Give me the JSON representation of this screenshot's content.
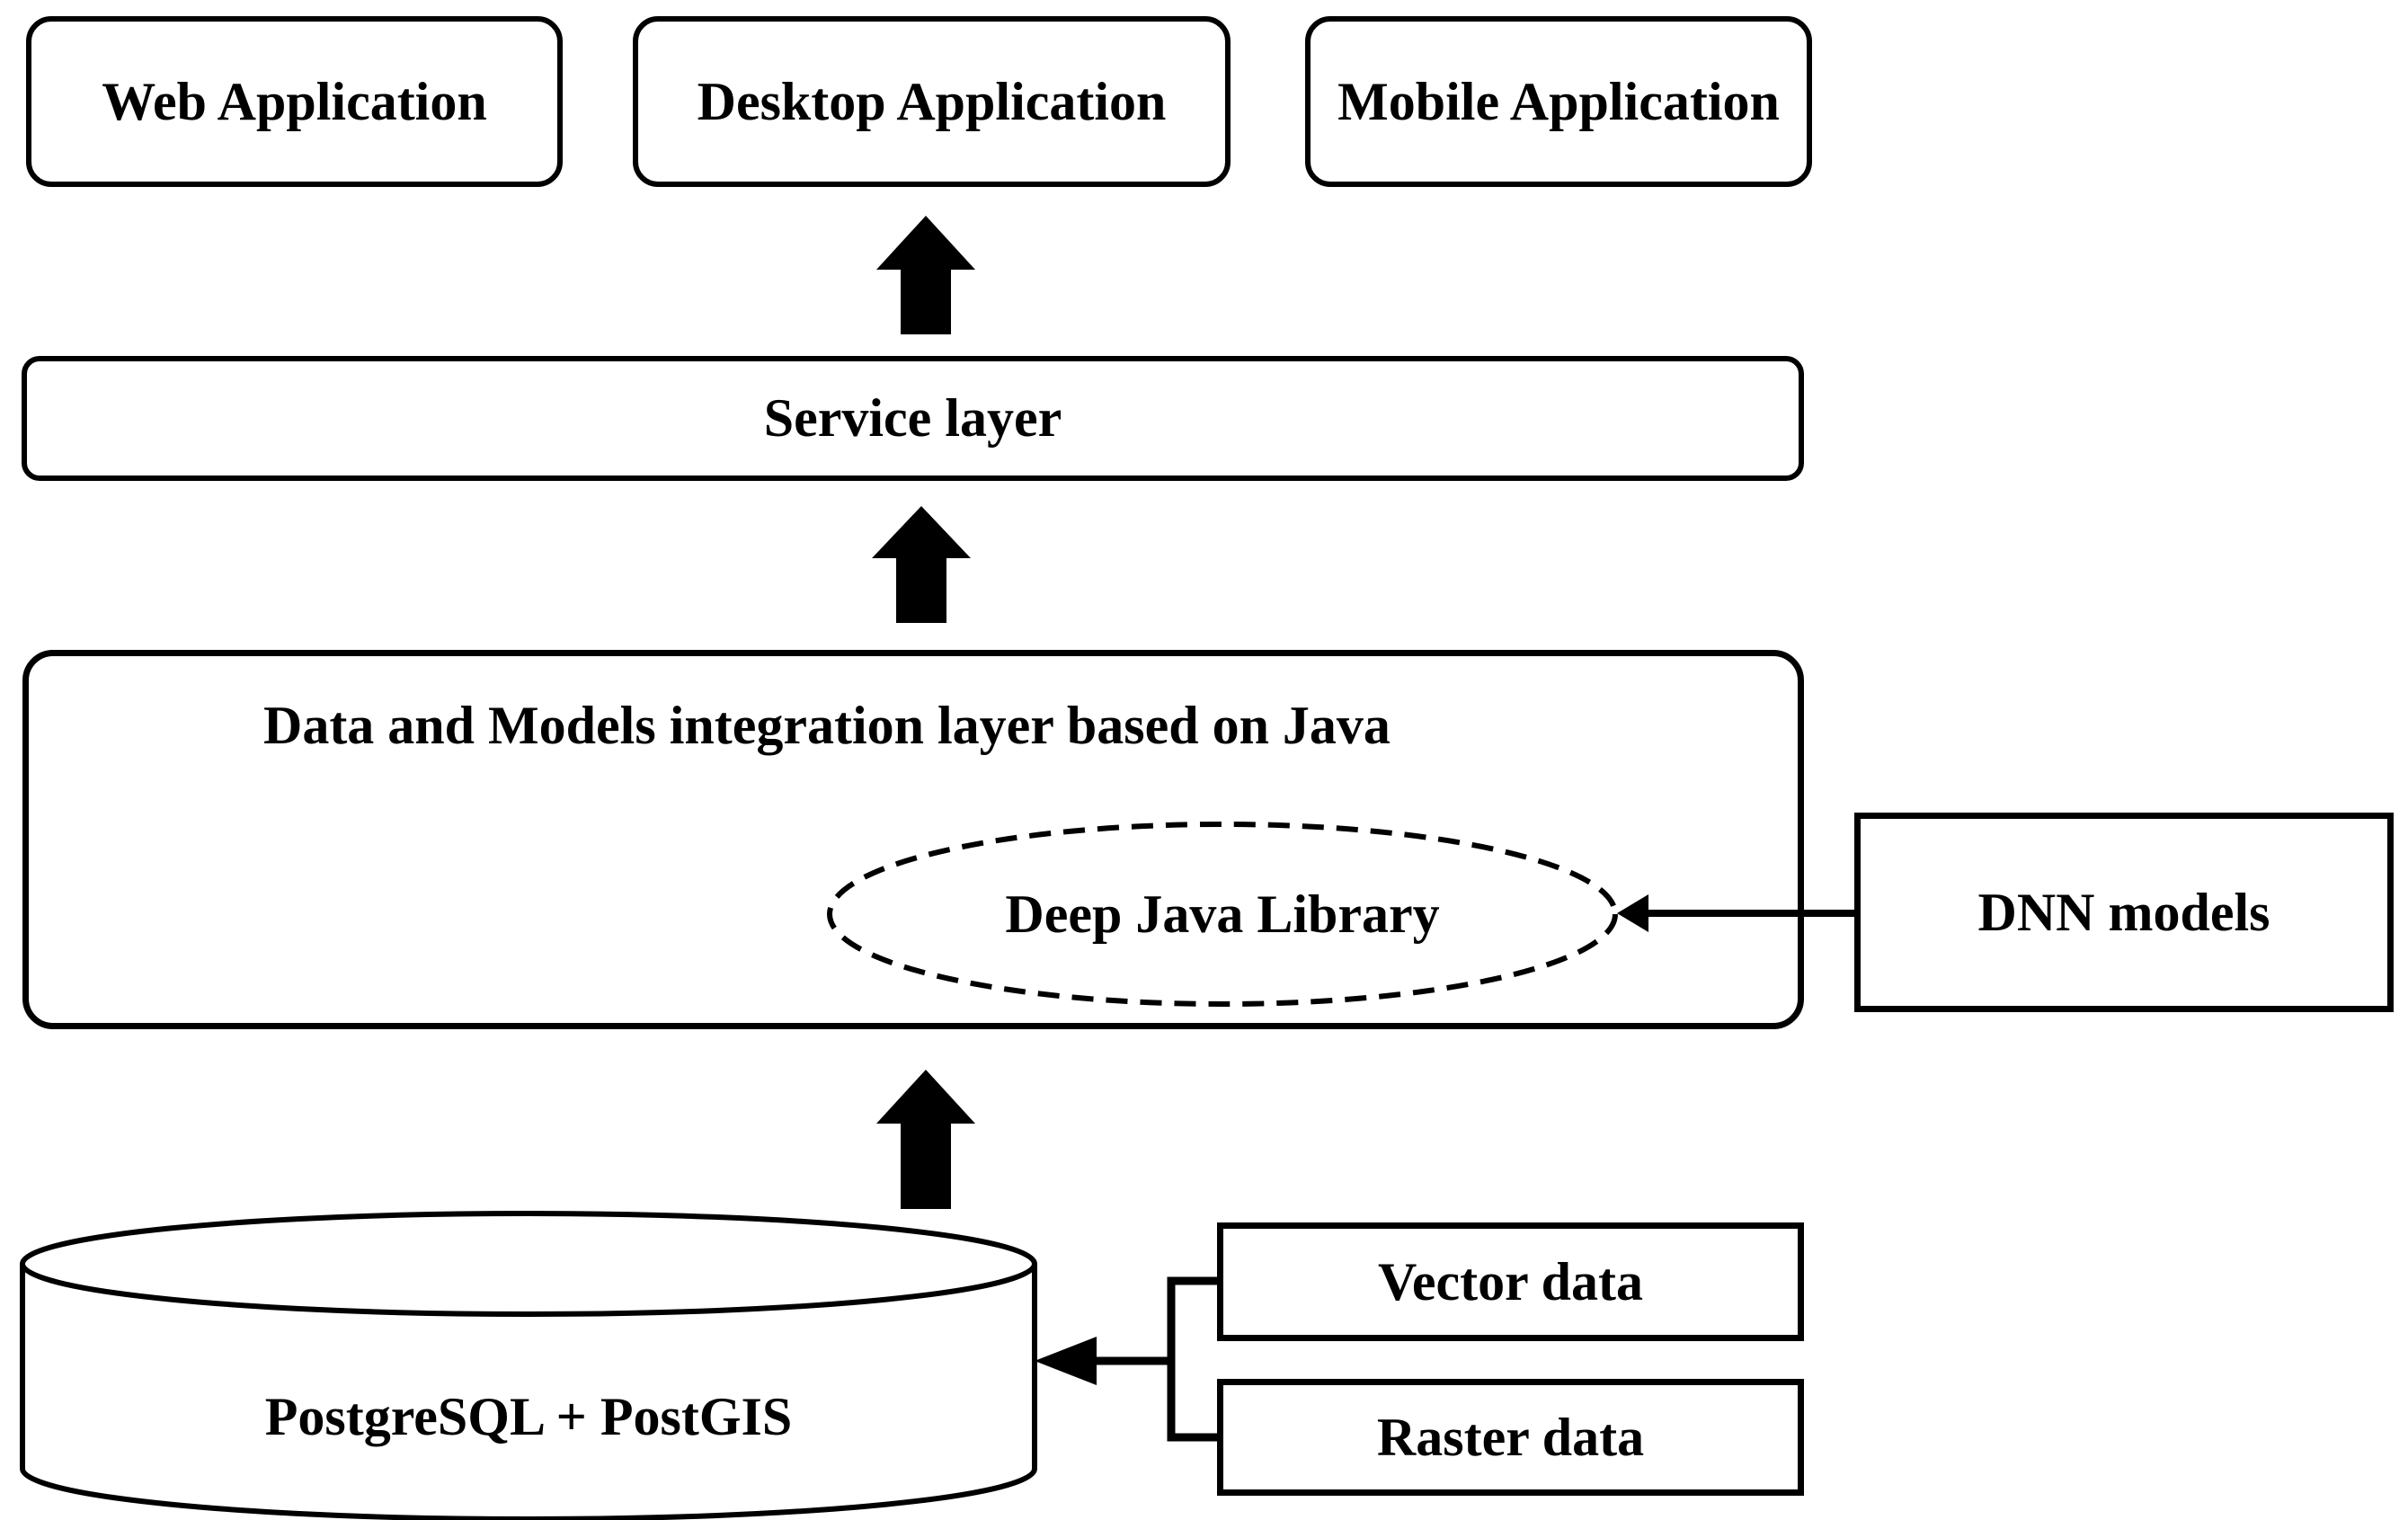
{
  "colors": {
    "ink": "#000000",
    "background": "#ffffff"
  },
  "nodes": {
    "web_app": "Web Application",
    "desktop_app": "Desktop Application",
    "mobile_app": "Mobile Application",
    "service_layer": "Service layer",
    "integration_layer": "Data and Models integration layer based on Java",
    "deep_java_library": "Deep Java Library",
    "dnn_models": "DNN models",
    "database": "PostgreSQL + PostGIS",
    "vector_data": "Vector data",
    "raster_data": "Raster data"
  },
  "arrows": [
    {
      "name": "service-to-applications",
      "type": "block-arrow-up"
    },
    {
      "name": "integration-to-service",
      "type": "block-arrow-up"
    },
    {
      "name": "database-to-integration",
      "type": "block-arrow-up"
    },
    {
      "name": "dnn-models-to-deep-java-library",
      "type": "line-arrow-left"
    },
    {
      "name": "vector-raster-to-database",
      "type": "bracket-arrow-left"
    }
  ]
}
